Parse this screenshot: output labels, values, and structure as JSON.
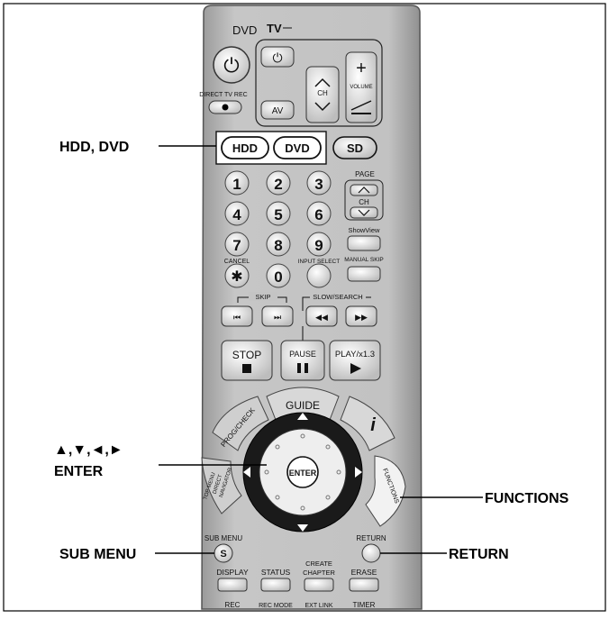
{
  "callouts": {
    "hdd_dvd": "HDD, DVD",
    "arrows": "▲,▼,◄,►",
    "enter": "ENTER",
    "functions": "FUNCTIONS",
    "sub_menu": "SUB MENU",
    "return": "RETURN"
  },
  "remote": {
    "dvd_label": "DVD",
    "tv_label": "TV",
    "power_symbol": "⏻",
    "direct_tv_rec": "DIRECT TV REC",
    "av": "AV",
    "ch": "CH",
    "volume": "VOLUME",
    "hdd": "HDD",
    "dvd": "DVD",
    "sd": "SD",
    "page": "PAGE",
    "digits": [
      "1",
      "2",
      "3",
      "4",
      "5",
      "6",
      "7",
      "8",
      "9",
      "0"
    ],
    "cancel": "CANCEL",
    "asterisk": "✱",
    "input_select": "INPUT SELECT",
    "showview": "ShowView",
    "manual_skip": "MANUAL SKIP",
    "skip": "SKIP",
    "slow_search": "SLOW/SEARCH",
    "stop": "STOP",
    "pause": "PAUSE",
    "play": "PLAY/x1.3",
    "guide": "GUIDE",
    "info": "i",
    "prog_check": "PROG/CHECK",
    "enter": "ENTER",
    "functions": "FUNCTIONS",
    "top_menu": "TOP MENU",
    "direct": "DIRECT",
    "navigator": "NAVIGATOR",
    "sub_menu": "SUB MENU",
    "s": "S",
    "return": "RETURN",
    "display": "DISPLAY",
    "status": "STATUS",
    "create": "CREATE",
    "chapter": "CHAPTER",
    "erase": "ERASE",
    "rec": "REC",
    "rec_mode": "REC MODE",
    "ext_link": "EXT LINK",
    "timer": "TIMER"
  }
}
